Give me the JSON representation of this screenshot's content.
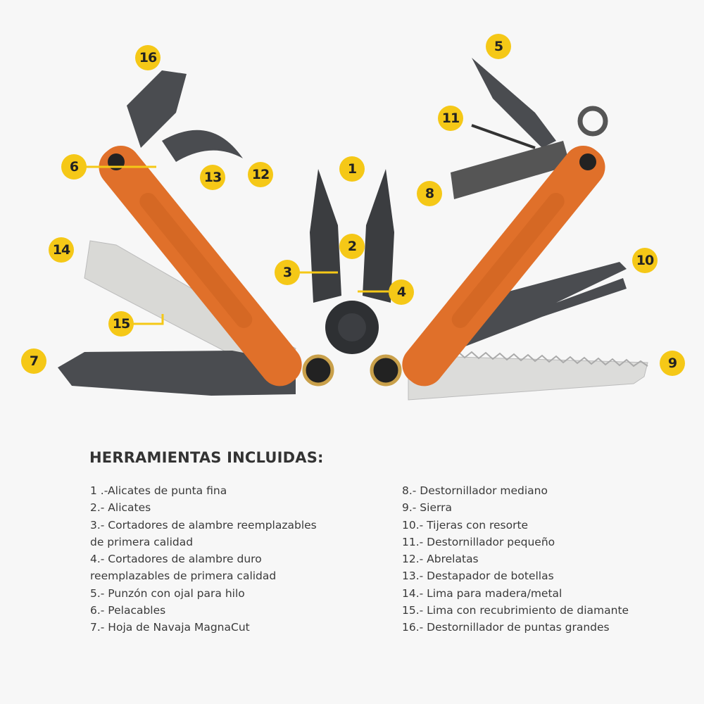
{
  "badges": [
    "1",
    "2",
    "3",
    "4",
    "5",
    "6",
    "7",
    "8",
    "9",
    "10",
    "11",
    "12",
    "13",
    "14",
    "15",
    "16"
  ],
  "colors": {
    "badge": "#f5c817",
    "handle": "#e0702a",
    "steel": "#d8d8d6",
    "dark": "#3b3d40"
  },
  "heading": "HERRAMIENTAS INCLUIDAS:",
  "left_column": [
    "1 .-Alicates de punta fina",
    "2.- Alicates",
    "3.- Cortadores de alambre reemplazables",
    "de primera calidad",
    "4.- Cortadores de alambre duro",
    "reemplazables de primera calidad",
    "5.- Punzón con ojal para hilo",
    "6.- Pelacables",
    "7.- Hoja de Navaja MagnaCut"
  ],
  "right_column": [
    "8.- Destornillador mediano",
    "9.- Sierra",
    "10.- Tijeras con resorte",
    "11.- Destornillador pequeño",
    "12.- Abrelatas",
    "13.- Destapador de botellas",
    "14.- Lima para madera/metal",
    "15.- Lima con recubrimiento de diamante",
    "16.- Destornillador de puntas grandes"
  ]
}
